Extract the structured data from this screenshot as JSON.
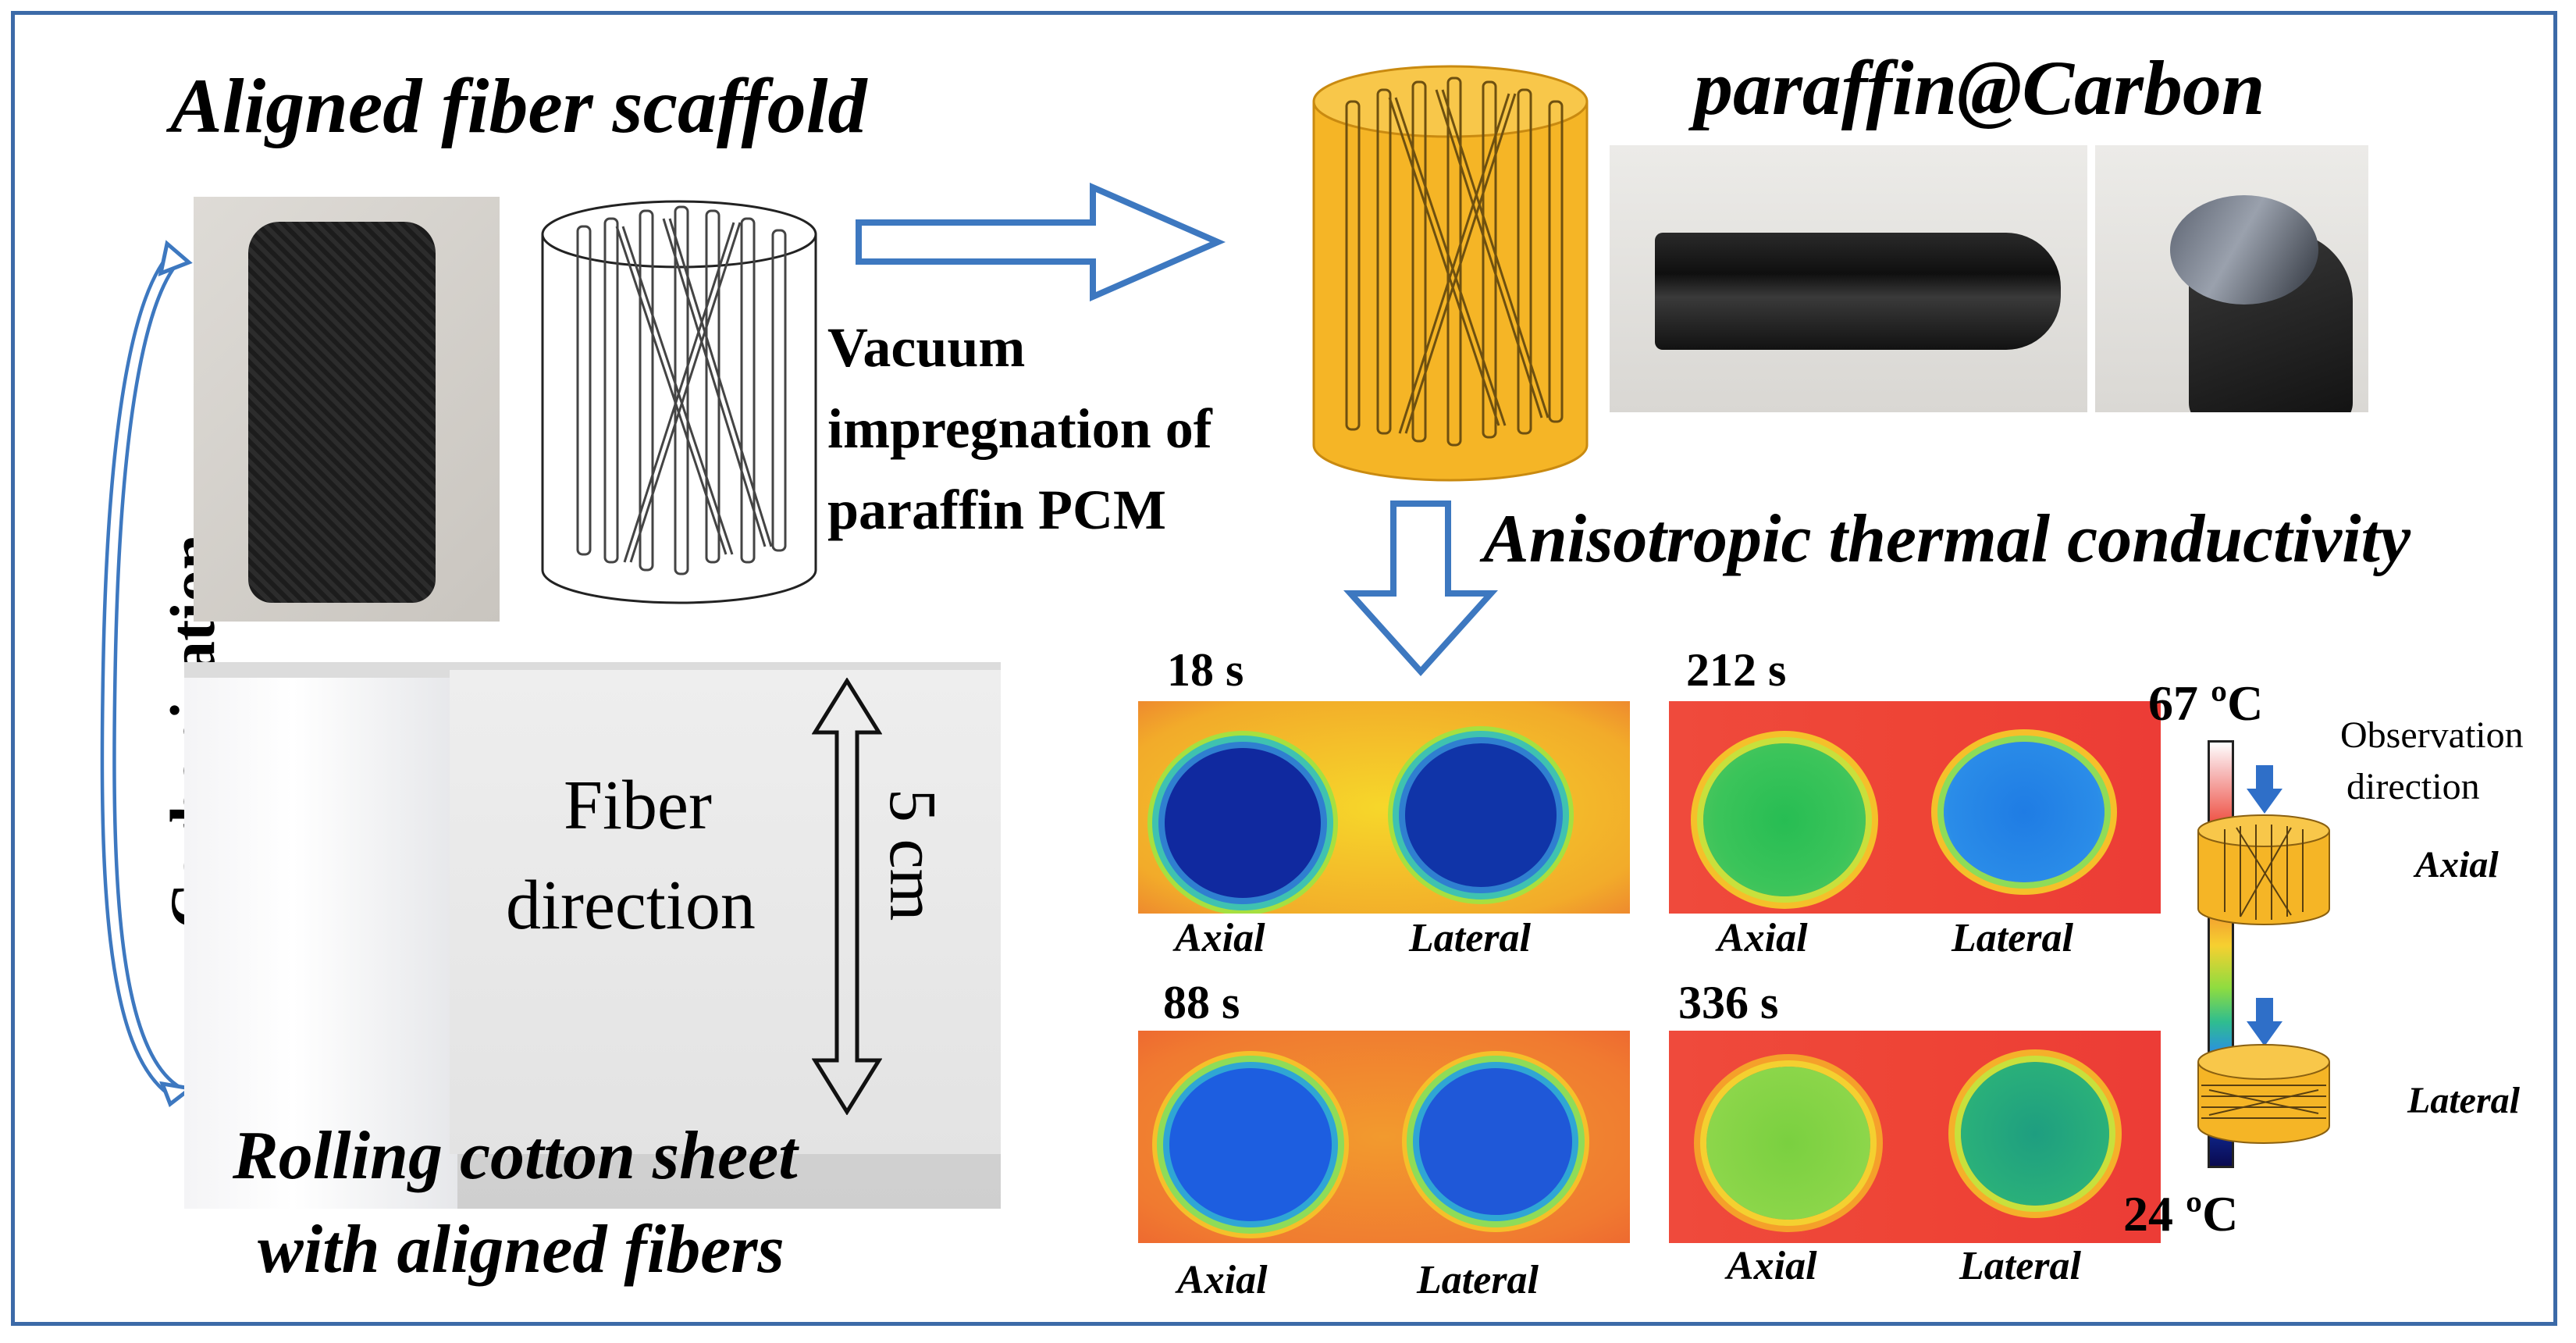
{
  "title_scaffold": "Aligned fiber scaffold",
  "title_paraffin": "paraffin@Carbon",
  "carbonization_label": "Carbonization",
  "vacuum_label": [
    "Vacuum",
    "impregnation of",
    "paraffin PCM"
  ],
  "anisotropic_label": "Anisotropic thermal conductivity",
  "fiber_direction": [
    "Fiber",
    "direction"
  ],
  "length_label": "5 cm",
  "rolling_label": [
    "Rolling cotton sheet",
    "with aligned fibers"
  ],
  "panels": [
    {
      "time": "18 s",
      "left_label": "Axial",
      "right_label": "Lateral"
    },
    {
      "time": "212 s",
      "left_label": "Axial",
      "right_label": "Lateral"
    },
    {
      "time": "88 s",
      "left_label": "Axial",
      "right_label": "Lateral"
    },
    {
      "time": "336 s",
      "left_label": "Axial",
      "right_label": "Lateral"
    }
  ],
  "colorbar": {
    "max_label": "67 ºC",
    "min_label": "24 ºC"
  },
  "observation_label": [
    "Observation",
    "direction"
  ],
  "legend_axial": "Axial",
  "legend_lateral": "Lateral",
  "colors": {
    "frame": "#3c6aa8",
    "arrow": "#3d78c0",
    "paraffin": "#f5b526",
    "cold": "#0a2aa0",
    "hot": "#ee4a3a"
  }
}
